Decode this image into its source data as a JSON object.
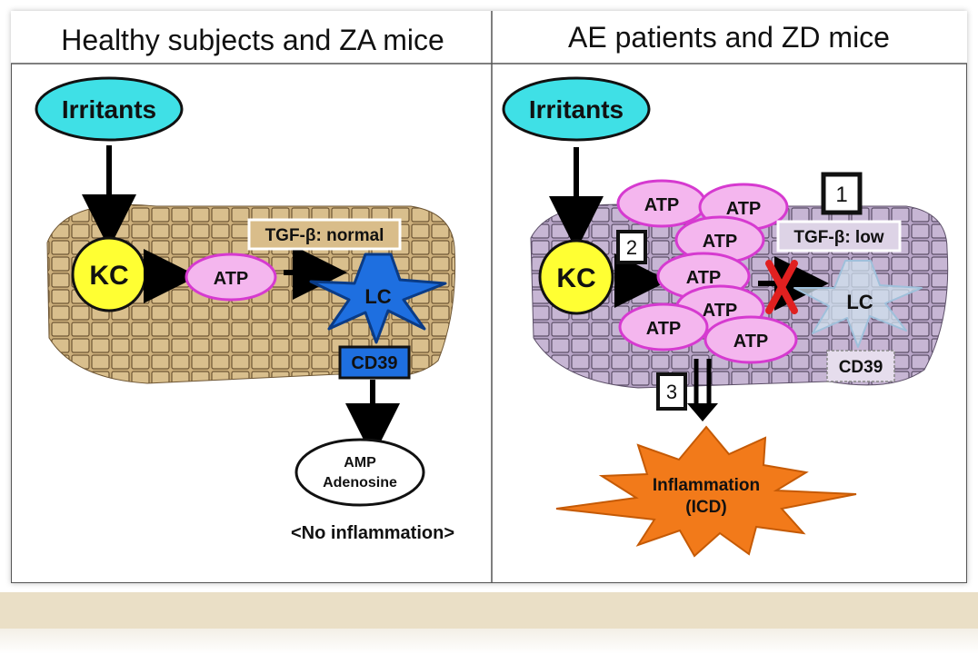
{
  "left_panel": {
    "title": "Healthy subjects and ZA mice",
    "irritants": "Irritants",
    "kc": "KC",
    "atp": "ATP",
    "tgf": "TGF-β: normal",
    "lc": "LC",
    "cd39": "CD39",
    "product_line1": "AMP",
    "product_line2": "Adenosine",
    "outcome": "<No inflammation>"
  },
  "right_panel": {
    "title": "AE patients and ZD mice",
    "irritants": "Irritants",
    "kc": "KC",
    "atp_labels": [
      "ATP",
      "ATP",
      "ATP",
      "ATP",
      "ATP",
      "ATP",
      "ATP"
    ],
    "tgf": "TGF-β: low",
    "lc": "LC",
    "cd39": "CD39",
    "inflammation_line1": "Inflammation",
    "inflammation_line2": "(ICD)",
    "step1": "1",
    "step2": "2",
    "step3": "3"
  },
  "colors": {
    "irritants": "#3fe0e6",
    "kc": "#ffff33",
    "atp": "#f4b6ee",
    "atp_border": "#d63ad0",
    "lc_blue": "#1e6fe0",
    "skin_tan": "#cdb07c",
    "skin_purple": "#b9a6c8",
    "inflammation": "#f27a1a",
    "x_mark": "#e02020"
  }
}
